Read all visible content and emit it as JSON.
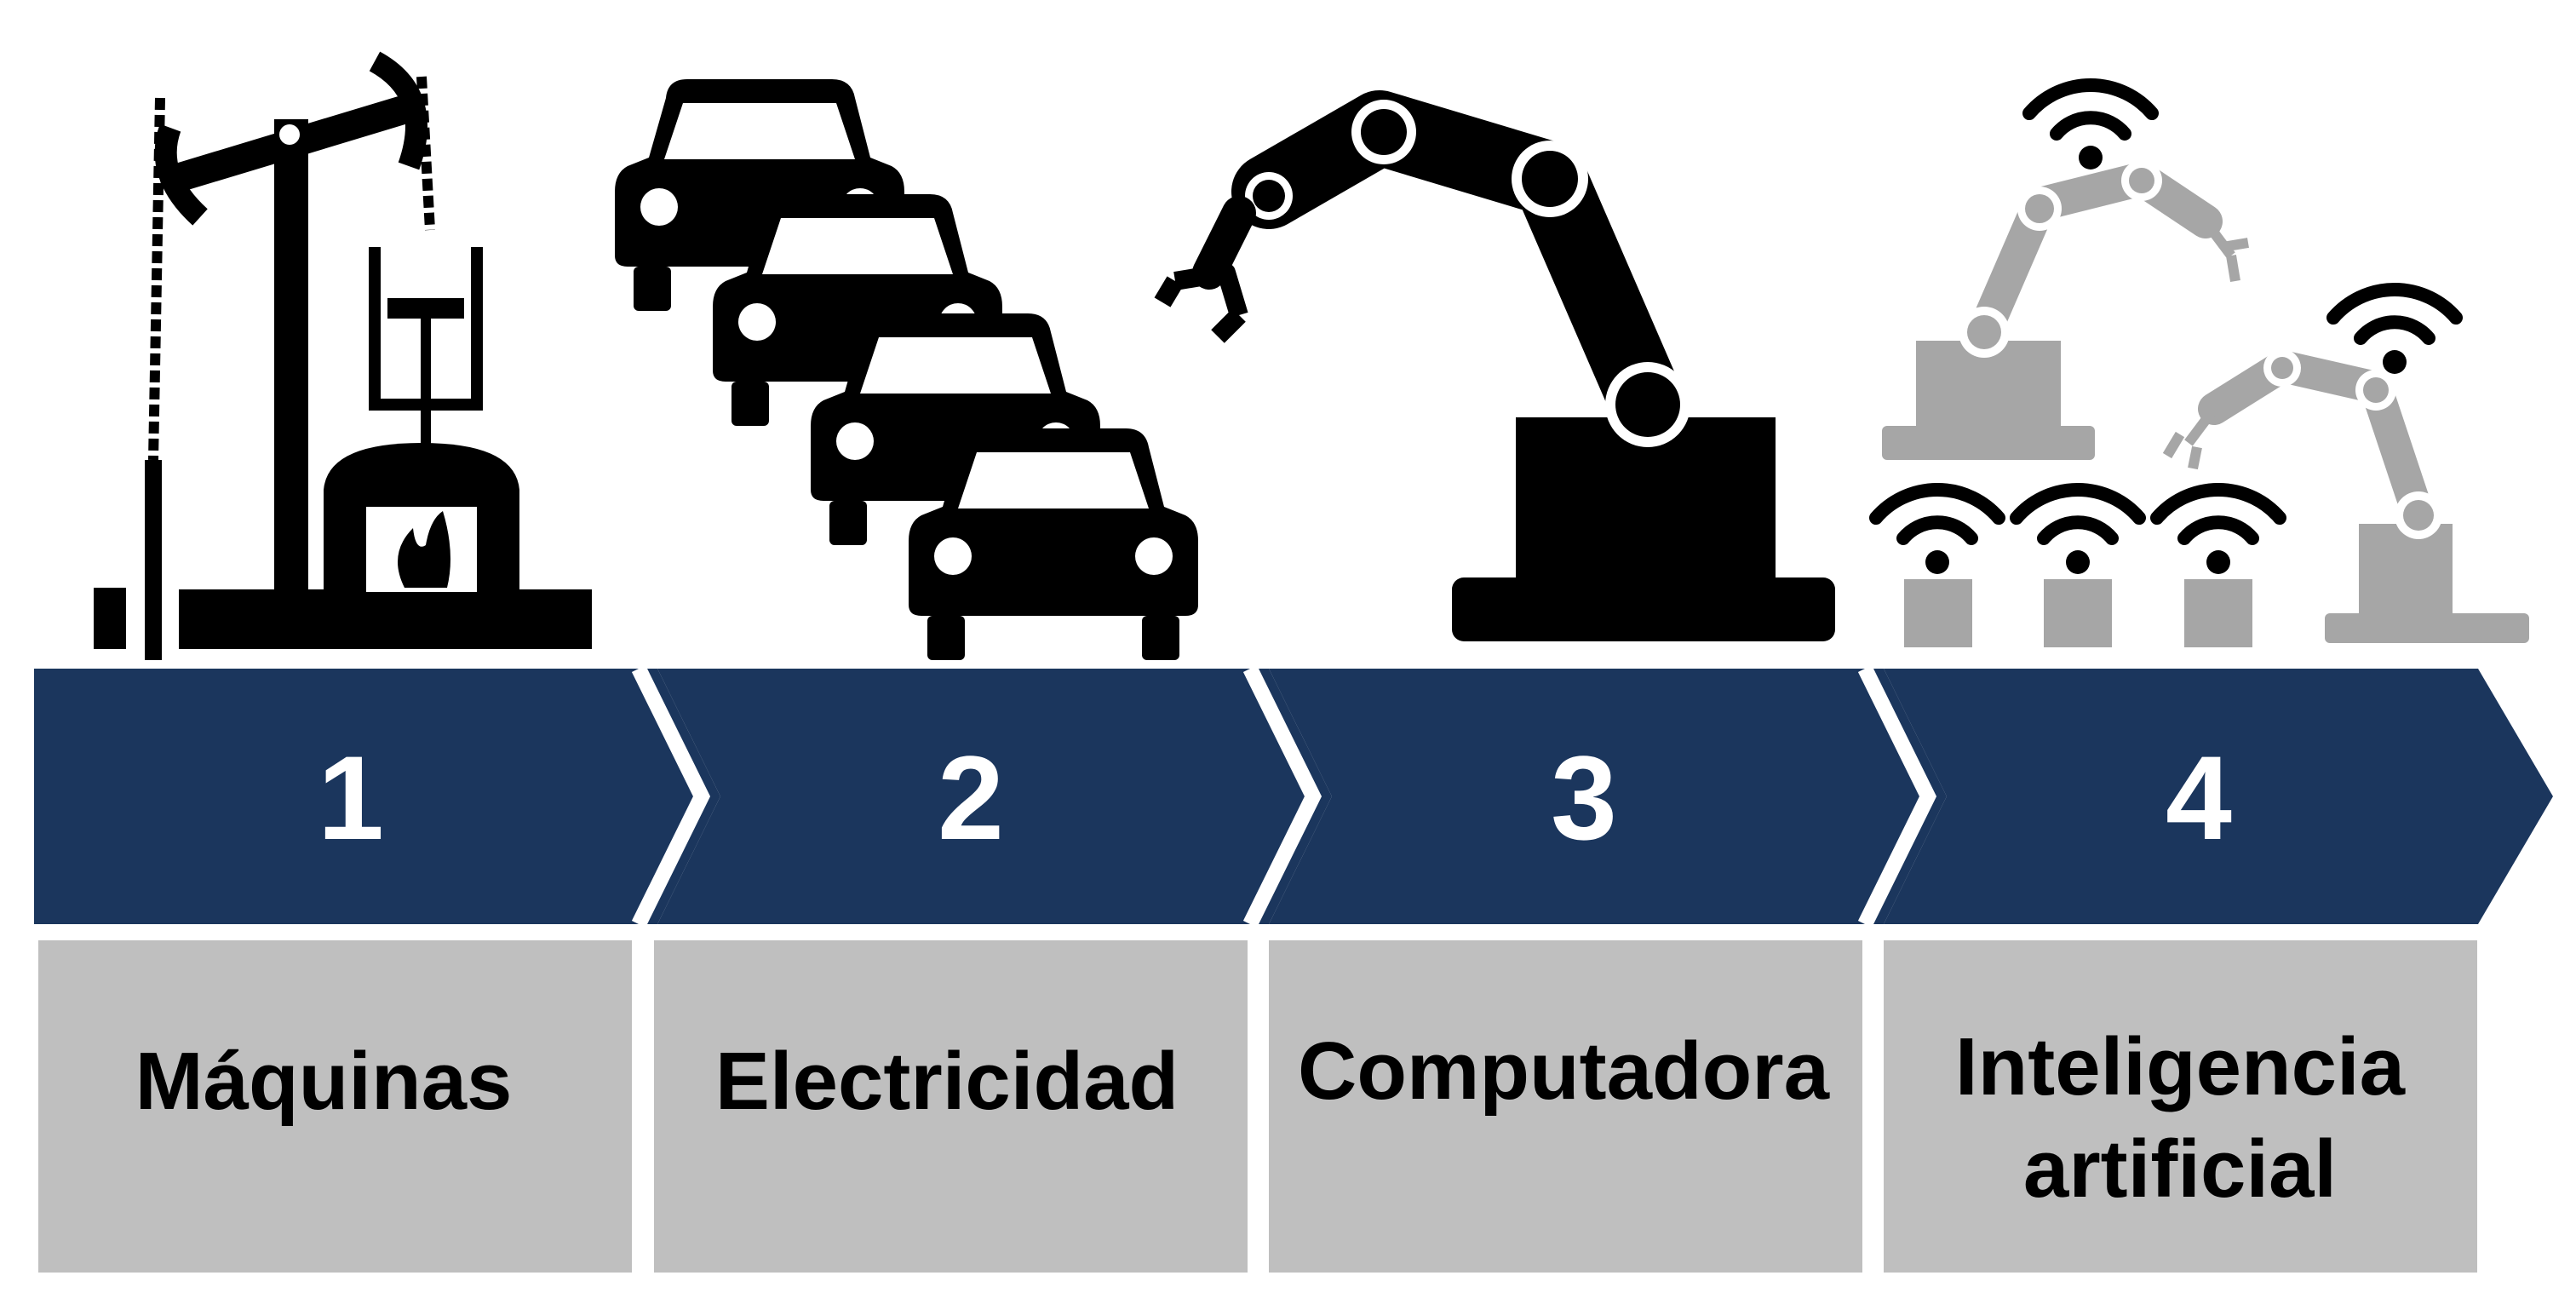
{
  "colors": {
    "band": "#1b365d",
    "box": "#bfbfbf",
    "icon_dark": "#000000",
    "icon_light": "#a6a6a6",
    "number": "#ffffff",
    "label": "#000000"
  },
  "icons": [
    "steam-engine-icon",
    "assembly-line-cars-icon",
    "robot-arm-icon",
    "connected-robots-wifi-icon"
  ],
  "stages": [
    {
      "number": "1",
      "label_lines": [
        "Máquinas"
      ]
    },
    {
      "number": "2",
      "label_lines": [
        "Electricidad"
      ]
    },
    {
      "number": "3",
      "label_lines": [
        "Computadora"
      ]
    },
    {
      "number": "4",
      "label_lines": [
        "Inteligencia",
        "artificial"
      ]
    }
  ]
}
